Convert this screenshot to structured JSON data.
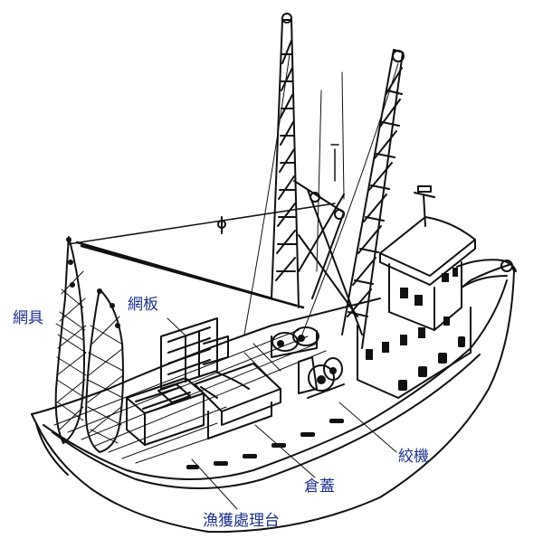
{
  "theme": {
    "ink": "#111111",
    "label_color": "#1d2f8c",
    "background": "#ffffff"
  },
  "labels": {
    "net": "網具",
    "otter_board": "網板",
    "winch": "絞機",
    "hatch_cover": "倉蓋",
    "catch_processing_table": "漁獲處理台"
  }
}
